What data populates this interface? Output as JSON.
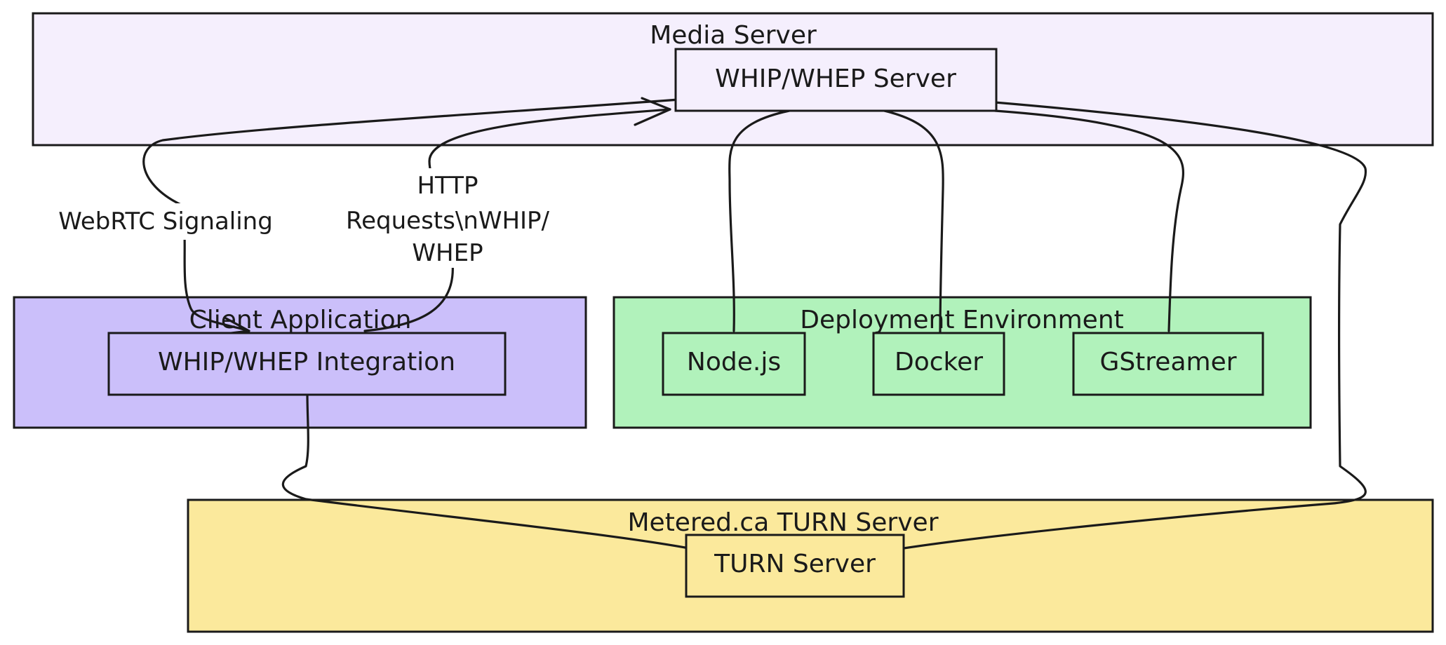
{
  "groups": {
    "media_server": {
      "title": "Media Server",
      "fill": "#f5effd"
    },
    "client_application": {
      "title": "Client Application",
      "fill": "#cbbffa"
    },
    "deployment_environment": {
      "title": "Deployment Environment",
      "fill": "#b1f2bb"
    },
    "turn_server_group": {
      "title": "Metered.ca TURN Server",
      "fill": "#fbe99c"
    }
  },
  "nodes": {
    "whip_whep_server": "WHIP/WHEP Server",
    "whip_whep_integration": "WHIP/WHEP Integration",
    "nodejs": "Node.js",
    "docker": "Docker",
    "gstreamer": "GStreamer",
    "turn_server": "TURN Server"
  },
  "edges": {
    "webrtc_signaling": "WebRTC Signaling",
    "http_requests": [
      "HTTP",
      "Requests\\nWHIP/",
      "WHEP"
    ]
  }
}
